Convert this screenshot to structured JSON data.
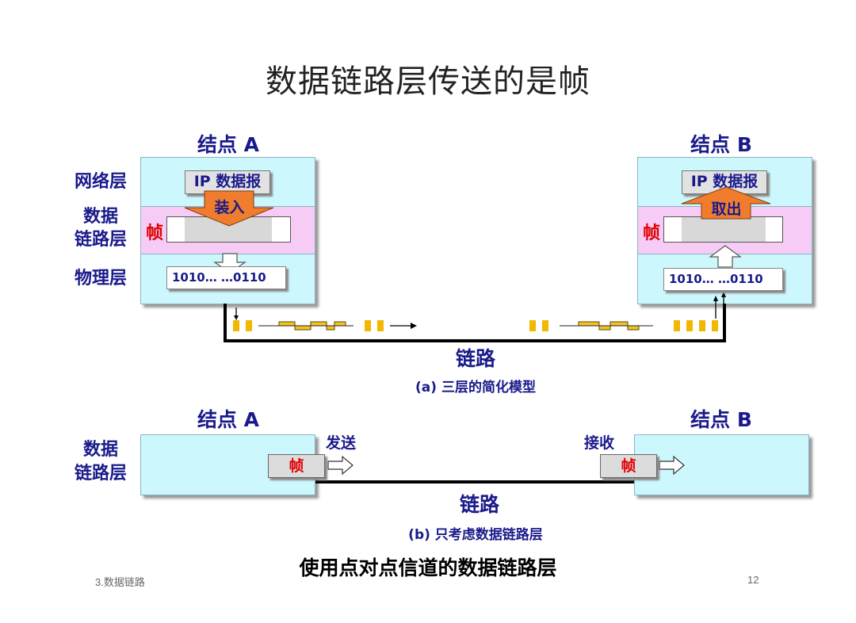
{
  "title": "数据链路层传送的是帧",
  "diagram_a": {
    "node_a": "结点 A",
    "node_b": "结点 B",
    "layers": {
      "network": "网络层",
      "datalink_1": "数据",
      "datalink_2": "链路层",
      "physical": "物理层"
    },
    "frame": "帧",
    "ip_datagram": "IP 数据报",
    "encapsulate": "装入",
    "extract": "取出",
    "bits_left": "1010…  …0110",
    "bits_right": "1010…  …0110",
    "link": "链路",
    "caption": "(a) 三层的简化模型"
  },
  "diagram_b": {
    "node_a": "结点 A",
    "node_b": "结点 B",
    "layer_1": "数据",
    "layer_2": "链路层",
    "send": "发送",
    "receive": "接收",
    "frame": "帧",
    "link": "链路",
    "caption": "(b) 只考虑数据链路层"
  },
  "subtitle": "使用点对点信道的数据链路层",
  "footer": {
    "left": "3.数据链路",
    "page": "12"
  },
  "colors": {
    "label_blue": "#1a1a8c",
    "frame_red": "#e00000",
    "box_cyan": "#ccf7fc",
    "band_pink": "#f6ccf6",
    "arrow_orange": "#ef7d2d",
    "bit_yellow": "#f2b700"
  }
}
